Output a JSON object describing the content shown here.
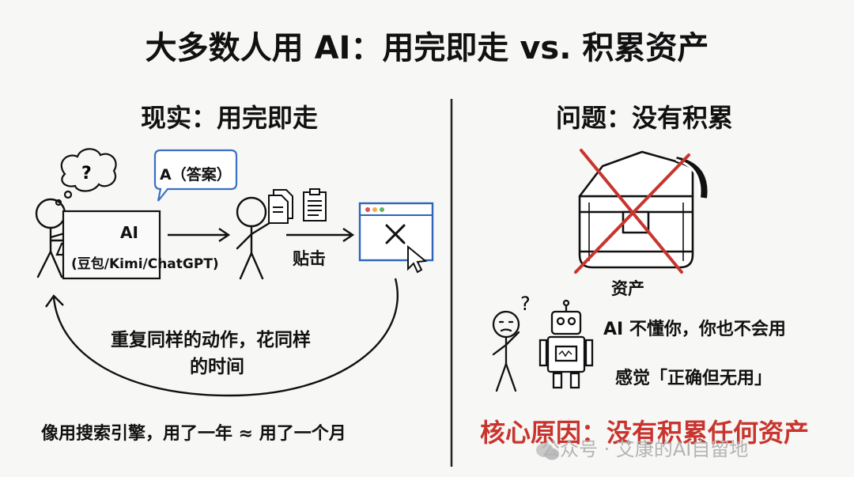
{
  "title": "大多数人用 AI：用完即走 vs. 积累资产",
  "left_panel": {
    "heading": "现实：用完即走",
    "thought_bubble": "?",
    "speech_bubble": "A（答案）",
    "ai_box_title": "AI",
    "ai_box_subtitle": "(豆包/Kimi/ChatGPT)",
    "arrow_label": "贴击",
    "loop_text_line1": "重复同样的动作，花同样",
    "loop_text_line2": "的时间",
    "bottom_text": "像用搜索引擎，用了一年 ≈ 用了一个月"
  },
  "right_panel": {
    "heading": "问题：没有积累",
    "chest_label": "资产",
    "confused_mark": "?",
    "line1": "AI 不懂你，你也不会用",
    "line2": "感觉「正确但无用」",
    "core_reason": "核心原因：没有积累任何资产"
  },
  "watermark": "公众号 · 艾康的AI自留地",
  "colors": {
    "accent_red": "#c8352e",
    "bubble_blue": "#3b6fc4",
    "browser_blue": "#2f64b8",
    "ink": "#111111"
  }
}
